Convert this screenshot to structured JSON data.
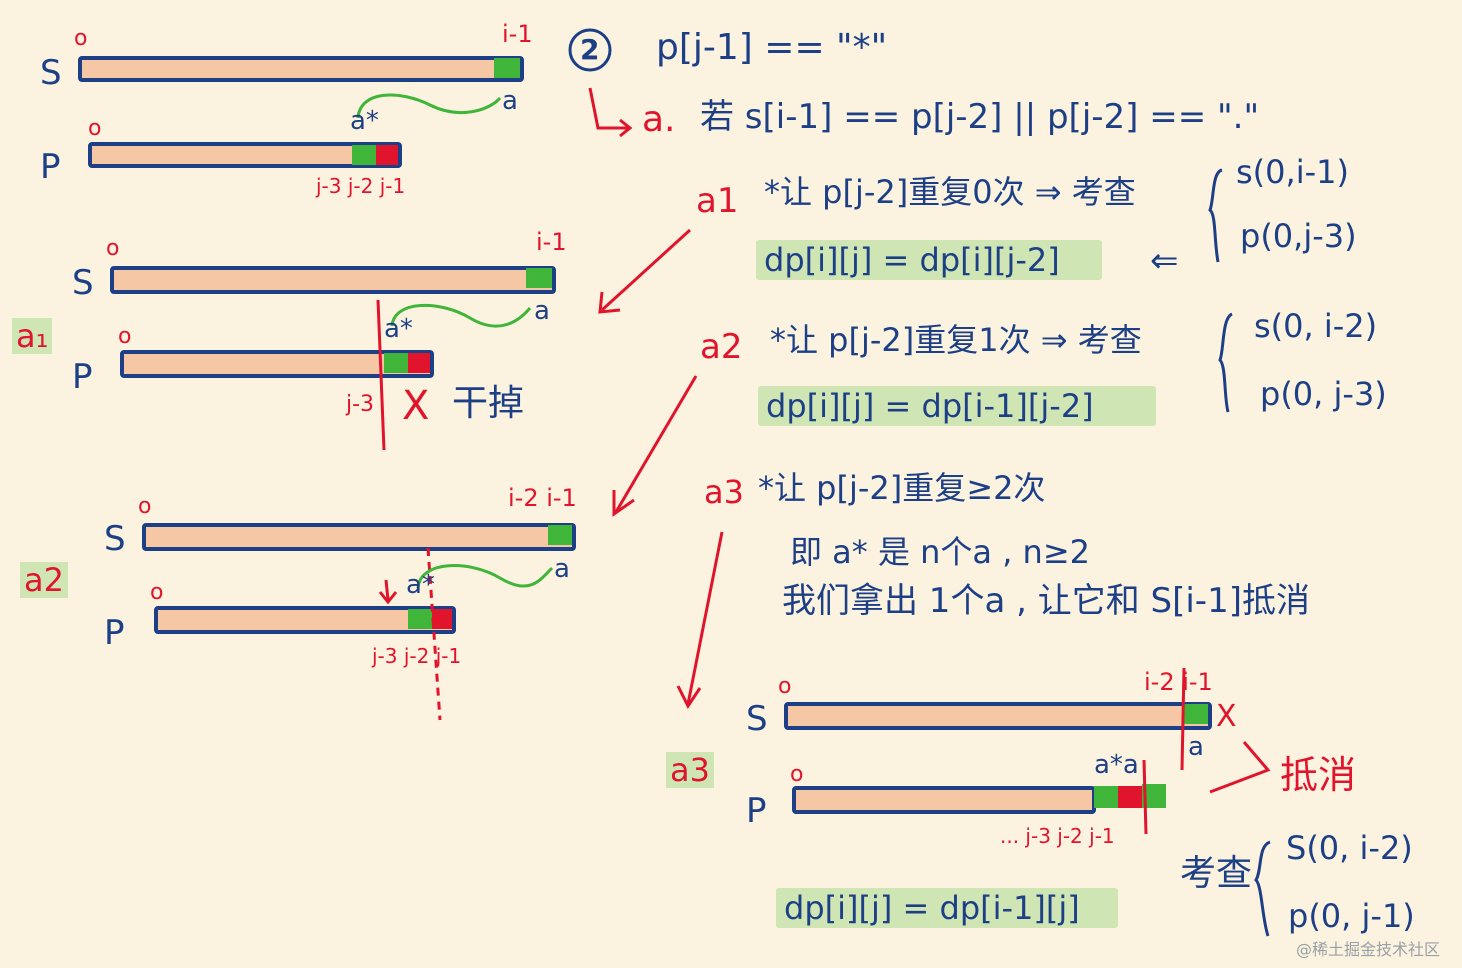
{
  "title": {
    "circle": "2",
    "text": "p[j-1] == \"*\""
  },
  "case_a": {
    "arrow": "a.",
    "text": "若  s[i-1] == p[j-2] || p[j-2] == \".\""
  },
  "a1": {
    "label": "a1",
    "line": "*让 p[j-2]重复0次  ⇒  考查",
    "check": [
      "s(0,i-1)",
      "p(0,j-3)"
    ],
    "formula": "dp[i][j] = dp[i][j-2]"
  },
  "a2": {
    "label": "a2",
    "line": "*让 p[j-2]重复1次  ⇒ 考查",
    "check": [
      "s(0, i-2)",
      "p(0, j-3)"
    ],
    "formula": "dp[i][j] = dp[i-1][j-2]"
  },
  "a3": {
    "label": "a3",
    "line": "*让 p[j-2]重复≥2次",
    "line2": "即 a* 是 n个a , n≥2",
    "line3": "我们拿出 1个a , 让它和 S[i-1]抵消",
    "formula": "dp[i][j] = dp[i-1][j]",
    "cancel": "抵消",
    "check_label": "考查",
    "check": [
      "S(0, i-2)",
      "p(0, j-1)"
    ]
  },
  "side_labels": {
    "a1": "a₁",
    "a2": "a2",
    "a3": "a3"
  },
  "diagram1": {
    "s": "S",
    "p": "P",
    "zero": "o",
    "i1": "i-1",
    "a": "a",
    "astar": "a*",
    "idx": "j-3 j-2 j-1"
  },
  "diagram2": {
    "s": "S",
    "p": "P",
    "zero": "o",
    "i1": "i-1",
    "a": "a",
    "astar": "a*",
    "j3": "j-3",
    "x": "X",
    "remove": "干掉"
  },
  "diagram3": {
    "s": "S",
    "p": "P",
    "zero": "o",
    "i2i1": "i-2  i-1",
    "a": "a",
    "astar": "a*",
    "idx": "j-3 j-2 j-1"
  },
  "diagram4": {
    "s": "S",
    "p": "P",
    "zero": "o",
    "i2i1": "i-2 i-1",
    "a": "a",
    "astar": "a*a",
    "idx": "... j-3 j-2 j-1",
    "x": "X"
  },
  "watermark": "@稀土掘金技术社区",
  "colors": {
    "blue": "#1d3f86",
    "red": "#e0142c",
    "green": "#3fb53a",
    "bar": "#f6c7a4",
    "highlight": "#cfe6b4"
  }
}
